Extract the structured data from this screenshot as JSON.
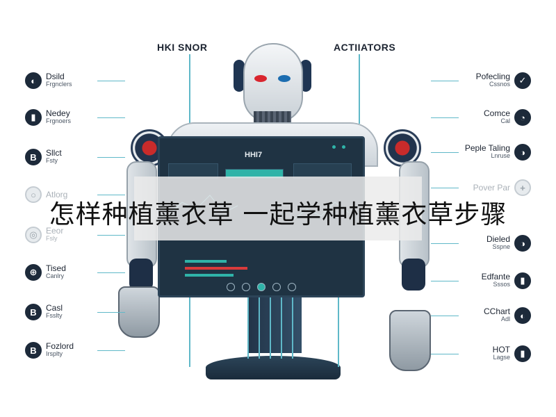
{
  "top_labels": {
    "left": "HKI SNOR",
    "right": "ACTIIATORS"
  },
  "caption": "怎样种植薰衣草 一起学种植薰衣草步骤",
  "monitor": {
    "title": "HHI7"
  },
  "left_callouts": [
    {
      "icon": "◐",
      "title": "Dsild",
      "sub": "Frgnclers",
      "faded": false
    },
    {
      "icon": "▮",
      "title": "Nedey",
      "sub": "Frgnoers",
      "faded": false
    },
    {
      "icon": "B",
      "title": "Sllct",
      "sub": "Fsty",
      "faded": false
    },
    {
      "icon": "○",
      "title": "Atlorg",
      "sub": "",
      "faded": true
    },
    {
      "icon": "◎",
      "title": "Eeor",
      "sub": "Fsly",
      "faded": true
    },
    {
      "icon": "⊕",
      "title": "Tised",
      "sub": "Canlry",
      "faded": false
    },
    {
      "icon": "B",
      "title": "Casl",
      "sub": "Fsslty",
      "faded": false
    },
    {
      "icon": "B",
      "title": "Fozlord",
      "sub": "Irsplty",
      "faded": false
    }
  ],
  "right_callouts": [
    {
      "icon": "✓",
      "title": "Pofecling",
      "sub": "Cssnos",
      "faded": false
    },
    {
      "icon": "◔",
      "title": "Comce",
      "sub": "Cal",
      "faded": false
    },
    {
      "icon": "◑",
      "title": "Peple Taling",
      "sub": "Lnruse",
      "faded": false
    },
    {
      "icon": "+",
      "title": "Pover Par",
      "sub": "",
      "faded": true
    },
    {
      "icon": "◑",
      "title": "Dieled",
      "sub": "Sspne",
      "faded": false
    },
    {
      "icon": "▮",
      "title": "Edfante",
      "sub": "Sssos",
      "faded": false
    },
    {
      "icon": "◐",
      "title": "CChart",
      "sub": "Adl",
      "faded": false
    },
    {
      "icon": "▮",
      "title": "HOT",
      "sub": "Lagse",
      "faded": false
    }
  ],
  "colors": {
    "accent": "#5fb8c8",
    "dark": "#1d2a3a",
    "screen": "#1f3343",
    "highlight": "#2fb3a8",
    "alert": "#d93b3b"
  }
}
